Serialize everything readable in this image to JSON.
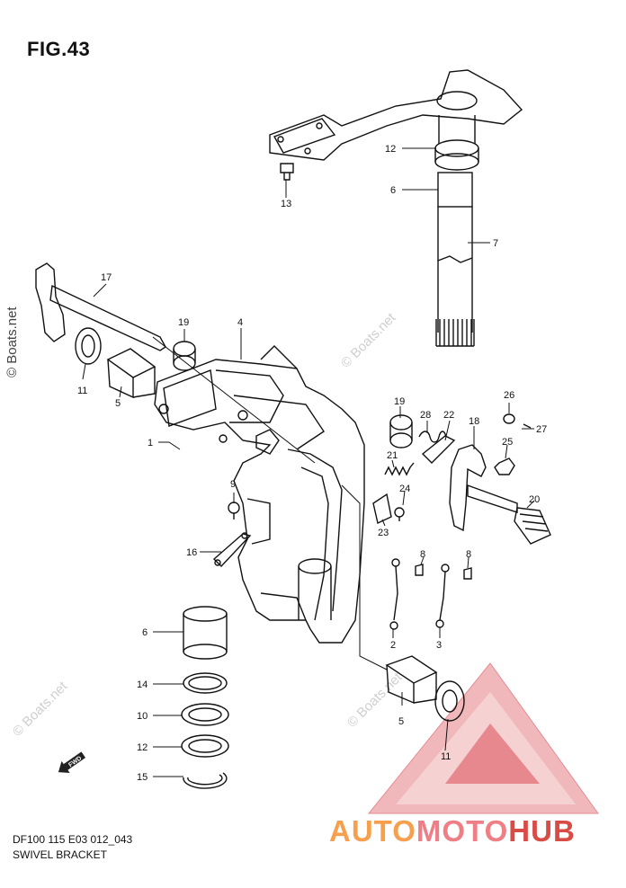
{
  "figure": {
    "title": "FIG.43",
    "code": "DF100 115 E03 012_043",
    "name": "SWIVEL BRACKET"
  },
  "watermark": {
    "text": "© Boats.net"
  },
  "brand": {
    "part1": "AUTO",
    "part2": "MOTO",
    "part3": "HUB",
    "colors": {
      "orange": "#f6a04d",
      "pink": "#ee7f86",
      "red": "#d94b45"
    }
  },
  "direction_badge": {
    "text": "FWD",
    "icon": "fwd-arrow-icon"
  },
  "callouts": {
    "c12a": "12",
    "c6a": "6",
    "c7": "7",
    "c13": "13",
    "c17": "17",
    "c19a": "19",
    "c4": "4",
    "c11a": "11",
    "c5a": "5",
    "c1": "1",
    "c9": "9",
    "c16": "16",
    "c19b": "19",
    "c28": "28",
    "c22": "22",
    "c26": "26",
    "c27": "27",
    "c18": "18",
    "c25": "25",
    "c21": "21",
    "c24": "24",
    "c23": "23",
    "c20": "20",
    "c8a": "8",
    "c8b": "8",
    "c2": "2",
    "c3": "3",
    "c6b": "6",
    "c14": "14",
    "c10": "10",
    "c12b": "12",
    "c15": "15",
    "c5b": "5",
    "c11b": "11"
  }
}
